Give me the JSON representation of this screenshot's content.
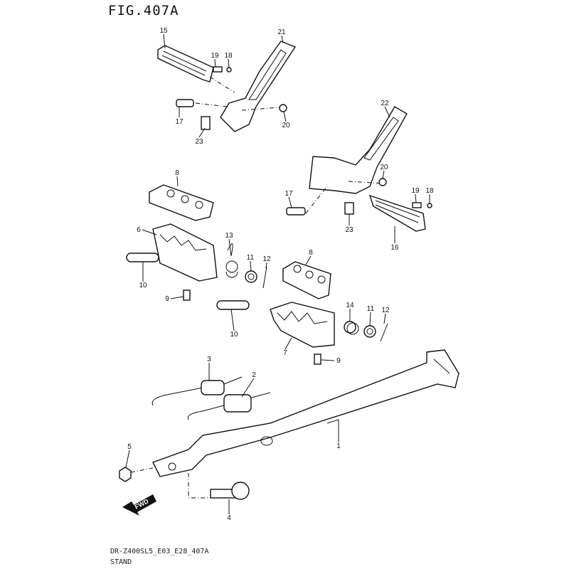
{
  "figure": {
    "title": "FIG.407A",
    "code": "DR-Z400SL5_E03_E28_407A",
    "section": "STAND",
    "direction_label": "FWD"
  },
  "labels": [
    "15",
    "21",
    "19",
    "18",
    "17",
    "20",
    "23",
    "22",
    "20",
    "19",
    "18",
    "17",
    "23",
    "16",
    "8",
    "6",
    "13",
    "11",
    "12",
    "10",
    "9",
    "8",
    "14",
    "11",
    "12",
    "10",
    "7",
    "9",
    "3",
    "2",
    "1",
    "5",
    "4"
  ]
}
